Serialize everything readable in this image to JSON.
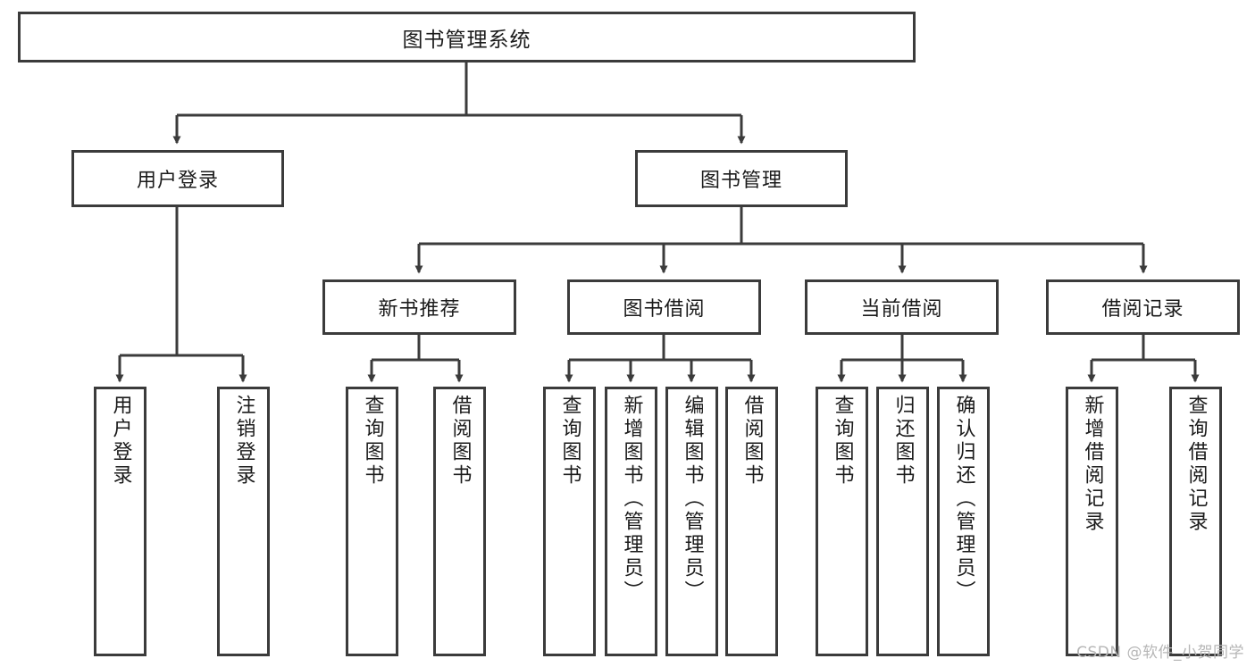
{
  "diagram": {
    "title": "图书管理系统",
    "type": "tree-hierarchy",
    "watermark": "CSDN @软件_小贺同学",
    "colors": {
      "stroke": "#3b3b3b",
      "fill": "#ffffff",
      "text": "#1b1b1b",
      "watermark": "#b6b6b6"
    },
    "root": {
      "label": "图书管理系统"
    },
    "level2": [
      {
        "label": "用户登录"
      },
      {
        "label": "图书管理"
      }
    ],
    "level3": [
      {
        "label": "新书推荐"
      },
      {
        "label": "图书借阅"
      },
      {
        "label": "当前借阅"
      },
      {
        "label": "借阅记录"
      }
    ],
    "leaves": {
      "user_login": [
        {
          "label": "用户登录"
        },
        {
          "label": "注销登录"
        }
      ],
      "new_book_recommend": [
        {
          "label": "查询图书"
        },
        {
          "label": "借阅图书"
        }
      ],
      "book_borrow": [
        {
          "label": "查询图书"
        },
        {
          "label": "新增图书（管理员）"
        },
        {
          "label": "编辑图书（管理员）"
        },
        {
          "label": "借阅图书"
        }
      ],
      "current_borrow": [
        {
          "label": "查询图书"
        },
        {
          "label": "归还图书"
        },
        {
          "label": "确认归还（管理员）"
        }
      ],
      "borrow_records": [
        {
          "label": "新增借阅记录"
        },
        {
          "label": "查询借阅记录"
        }
      ]
    }
  }
}
